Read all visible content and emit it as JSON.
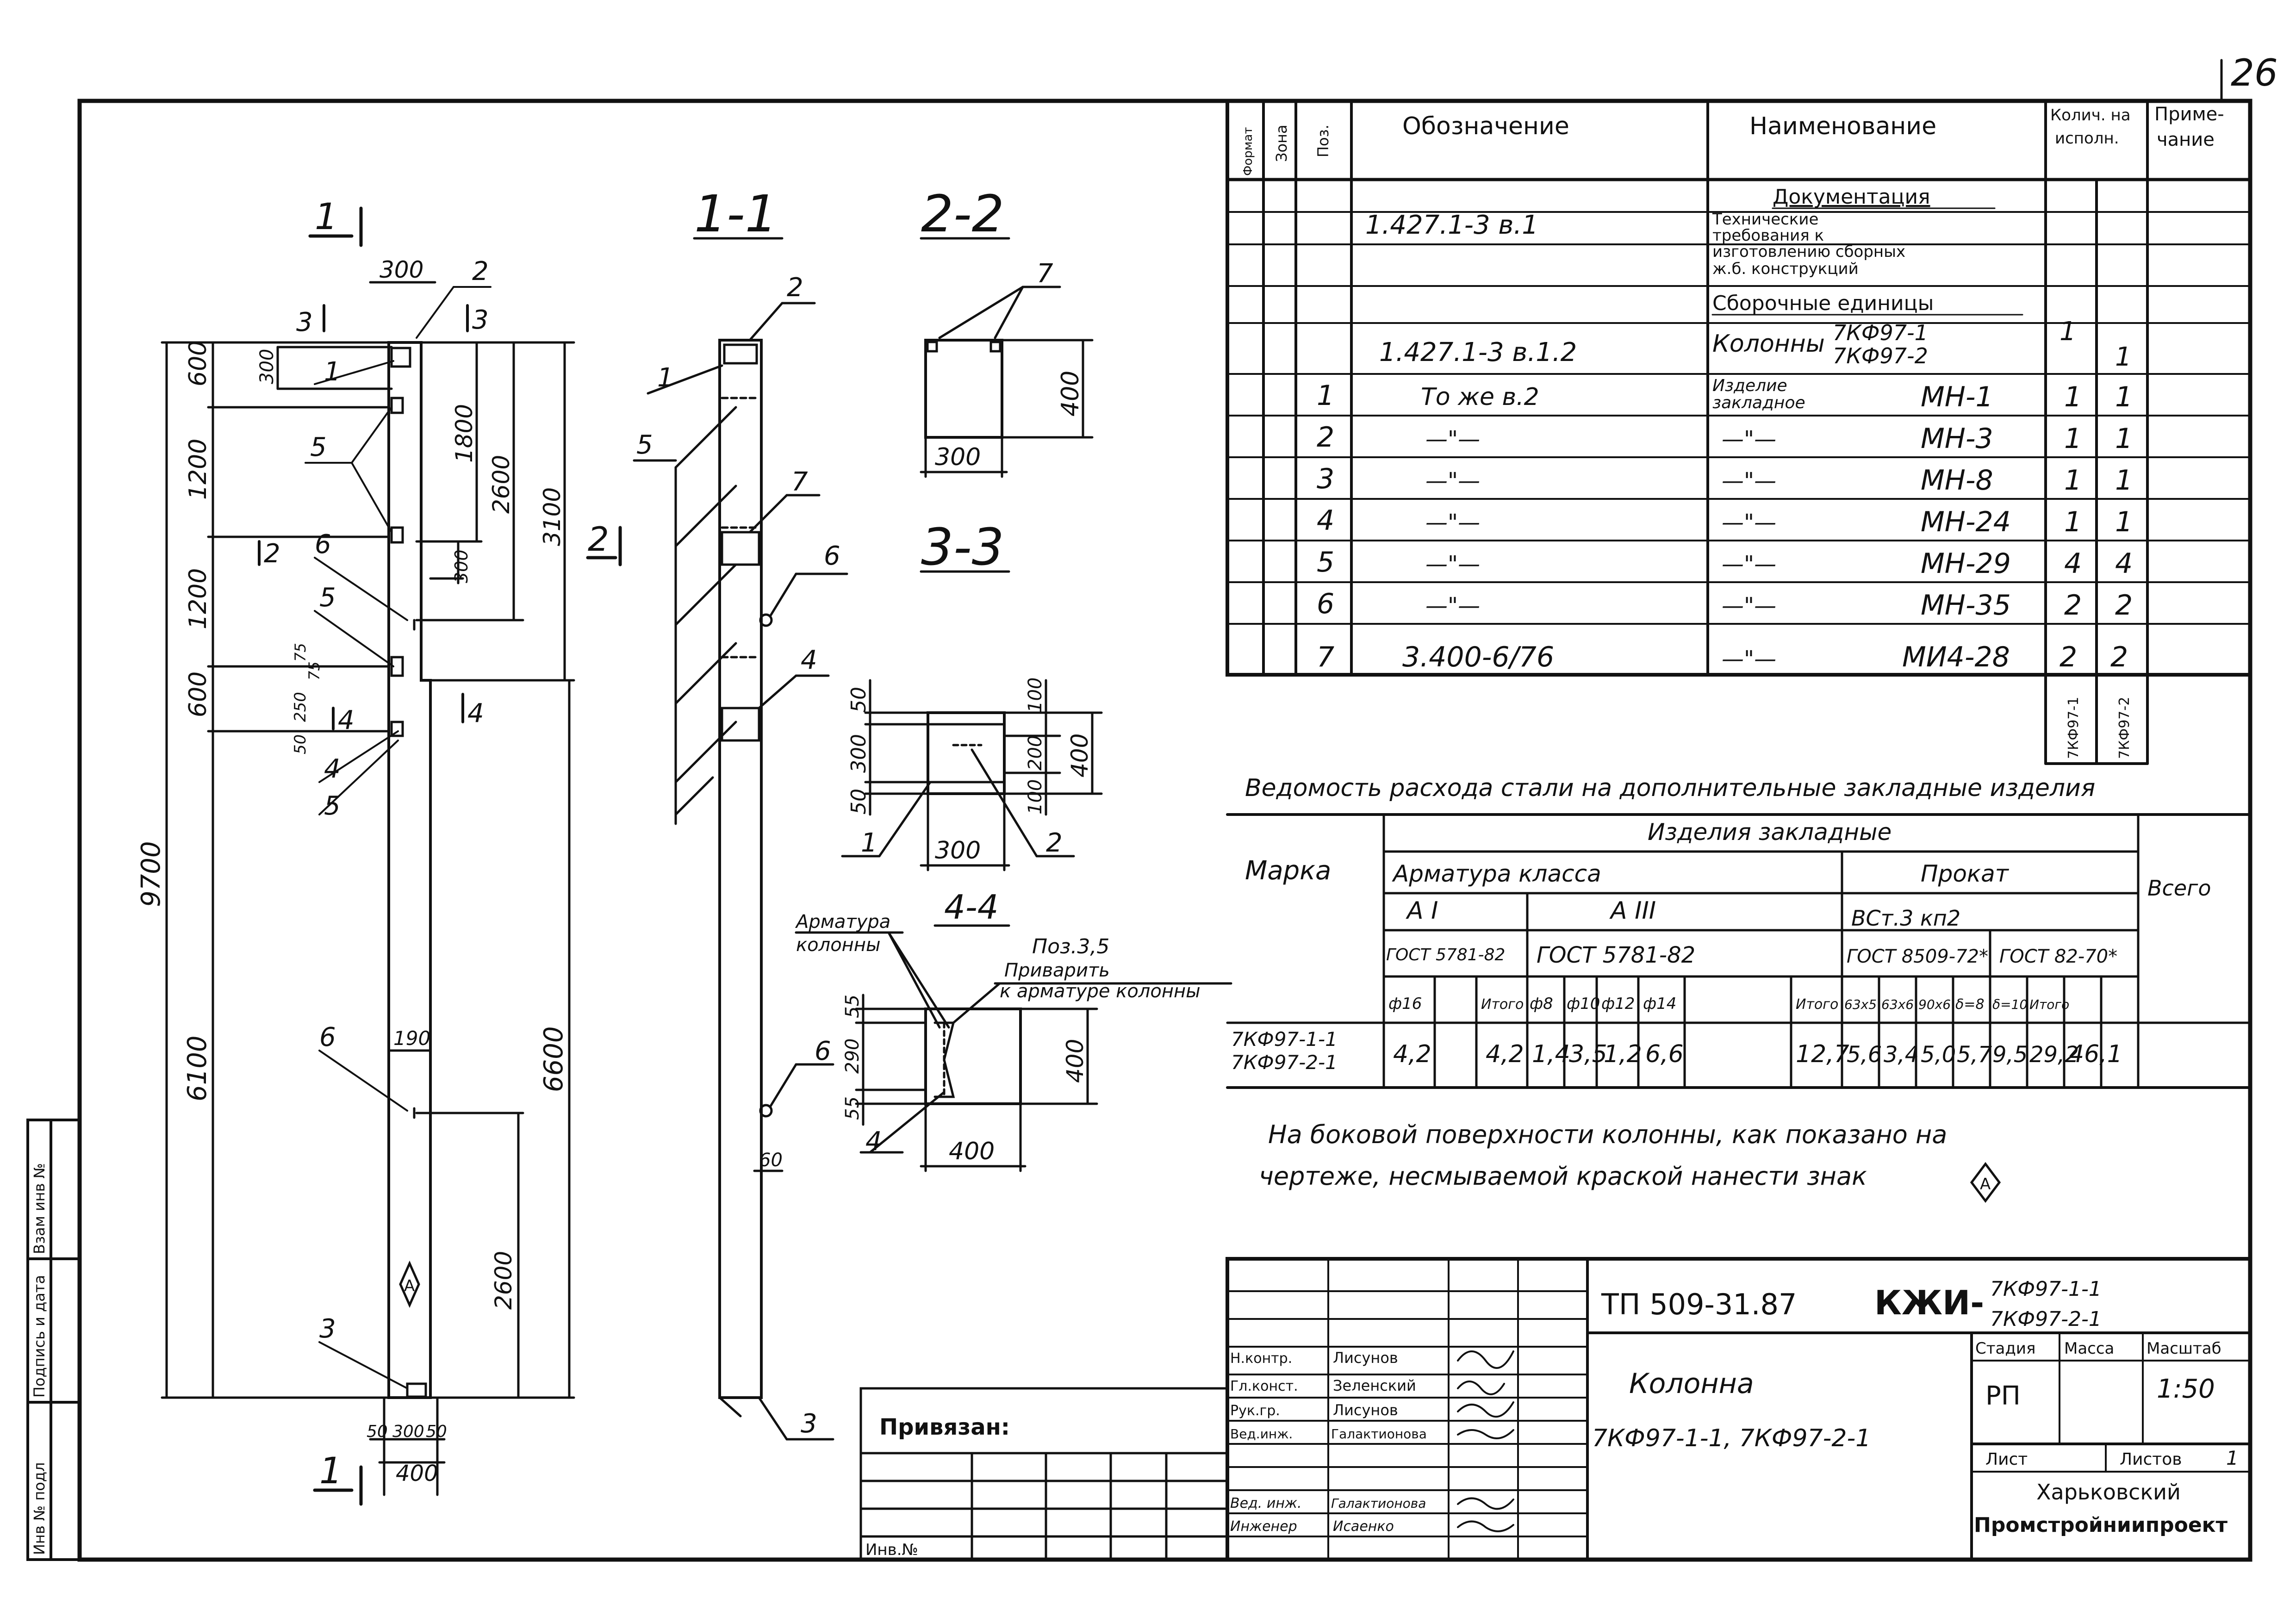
{
  "page_number": "26",
  "side_stamp": {
    "cells": [
      "Инв № подл",
      "Подпись и дата",
      "Взам инв №"
    ]
  },
  "views": {
    "elevation": {
      "section_left": "1",
      "section_right": "2",
      "bottom_mark": "1"
    },
    "section_1_1": {
      "title": "1-1"
    },
    "section_2_2": {
      "title": "2-2"
    },
    "section_3_3": {
      "title": "3-3"
    },
    "section_4_4": {
      "title": "4-4"
    }
  },
  "dimensions": {
    "elevation": {
      "top_width": "300",
      "heights_left": [
        "600",
        "1200",
        "1200",
        "600"
      ],
      "total": "9700",
      "lower": "6100",
      "small_300": "300",
      "d_1800": "1800",
      "d_2600_top": "2600",
      "d_3100": "3100",
      "d_300_mid": "300",
      "d_6600": "6600",
      "d_2600_bottom": "2600",
      "d_190": "190",
      "bottom_dims": [
        "50",
        "300",
        "50"
      ],
      "bottom_width": "400",
      "small_stack": [
        "75",
        "75",
        "250",
        "50"
      ]
    },
    "sec22": {
      "height": "400",
      "width": "300"
    },
    "sec33": {
      "left": [
        "50",
        "300",
        "50"
      ],
      "right": [
        "100",
        "200",
        "100"
      ],
      "height": "400",
      "width": "300"
    },
    "sec44": {
      "left": [
        "55",
        "290",
        "55"
      ],
      "height": "400",
      "width": "400",
      "offset": "60"
    }
  },
  "callouts": {
    "elevation": [
      "1",
      "2",
      "3",
      "4",
      "5",
      "5",
      "5",
      "6",
      "6"
    ],
    "section_1_1": [
      "1",
      "2",
      "3",
      "4",
      "5",
      "6",
      "6",
      "7"
    ],
    "sec22": [
      "7"
    ],
    "sec33": [
      "1",
      "2"
    ],
    "sec44": [
      "4"
    ],
    "armature_note": "Арматура колонны",
    "pos_note": "Поз.3,5",
    "weld_note": "Приварить к арматуре колонны"
  },
  "spec": {
    "headers": {
      "format": "Формат",
      "zone": "Зона",
      "pos": "Поз.",
      "designation": "Обозначение",
      "name": "Наименование",
      "qty": "Колич. на исполн.",
      "note": "Приме-чание"
    },
    "section_docs": "Документация",
    "doc_row": {
      "designation": "1.427.1-3 в.1",
      "name": "Технические требования к изготовлению сборных ж.б. конструкций"
    },
    "section_units": "Сборочные единицы",
    "unit_row": {
      "designation": "1.427.1-3 в.1.2",
      "name": "Колонны",
      "marks": [
        "7КФ97-1",
        "7КФ97-2"
      ],
      "qty": [
        "1",
        "1"
      ]
    },
    "rows": [
      {
        "pos": "1",
        "designation": "То же в.2",
        "name": "Изделие закладное",
        "mark": "МН-1",
        "q1": "1",
        "q2": "1"
      },
      {
        "pos": "2",
        "designation": "—\"—",
        "name": "—\"—",
        "mark": "МН-3",
        "q1": "1",
        "q2": "1"
      },
      {
        "pos": "3",
        "designation": "—\"—",
        "name": "—\"—",
        "mark": "МН-8",
        "q1": "1",
        "q2": "1"
      },
      {
        "pos": "4",
        "designation": "—\"—",
        "name": "—\"—",
        "mark": "МН-24",
        "q1": "1",
        "q2": "1"
      },
      {
        "pos": "5",
        "designation": "—\"—",
        "name": "—\"—",
        "mark": "МН-29",
        "q1": "4",
        "q2": "4"
      },
      {
        "pos": "6",
        "designation": "—\"—",
        "name": "—\"—",
        "mark": "МН-35",
        "q1": "2",
        "q2": "2"
      },
      {
        "pos": "7",
        "designation": "3.400-6/76",
        "name": "—\"—",
        "mark": "МИ4-28",
        "q1": "2",
        "q2": "2"
      }
    ],
    "qty_marks": [
      "7КФ97-1",
      "7КФ97-2"
    ]
  },
  "steel": {
    "title": "Ведомость расхода стали на дополнительные закладные изделия",
    "marka": "Марка",
    "group": "Изделия закладные",
    "armatura": "Арматура класса",
    "prokat": "Прокат",
    "vsego": "Всего",
    "a1": "А I",
    "a3": "А III",
    "vst": "ВСт.3 кп2",
    "gost_a1": "ГОСТ 5781-82",
    "gost_a3": "ГОСТ 5781-82",
    "gost_8509": "ГОСТ 8509-72*",
    "gost_82": "ГОСТ 82-70*",
    "cols": [
      "ф16",
      "",
      "Итого",
      "ф8",
      "ф10",
      "ф12",
      "ф14",
      "",
      "Итого",
      "63х5",
      "63х6",
      "90х6",
      "δ=8",
      "δ=10",
      "Итого"
    ],
    "marks": [
      "7КФ97-1-1",
      "7КФ97-2-1"
    ],
    "values": [
      "4,2",
      "",
      "4,2",
      "1,4",
      "3,5",
      "1,2",
      "6,6",
      "",
      "12,7",
      "5,6",
      "3,4",
      "5,0",
      "5,7",
      "9,5",
      "29,2",
      "46,1"
    ]
  },
  "note": {
    "line1": "На боковой поверхности колонны, как показано на",
    "line2": "чертеже, несмываемой краской нанести знак",
    "sign": "А"
  },
  "titleblock": {
    "code": "ТП 509-31.87",
    "kzh": "КЖИ-",
    "marks": [
      "7КФ97-1-1",
      "7КФ97-2-1"
    ],
    "title": "Колонна",
    "subtitle": "7КФ97-1-1, 7КФ97-2-1",
    "stage_label": "Стадия",
    "mass_label": "Масса",
    "scale_label": "Масштаб",
    "stage": "РП",
    "scale": "1:50",
    "sheet_label": "Лист",
    "sheets_label": "Листов",
    "sheets": "1",
    "org1": "Харьковский",
    "org2": "Промстройниипроект",
    "people": [
      {
        "role": "Н.контр.",
        "name": "Лисунов"
      },
      {
        "role": "Гл.конст.",
        "name": "Зеленский"
      },
      {
        "role": "Рук.гр.",
        "name": "Лисунов"
      },
      {
        "role": "Вед.инж.",
        "name": "Галактионова"
      },
      {
        "role": "Вед. инж.",
        "name": "Галактионова"
      },
      {
        "role": "Инженер",
        "name": "Исаенко"
      }
    ],
    "privyazan": "Привязан:",
    "inv": "Инв.№"
  }
}
